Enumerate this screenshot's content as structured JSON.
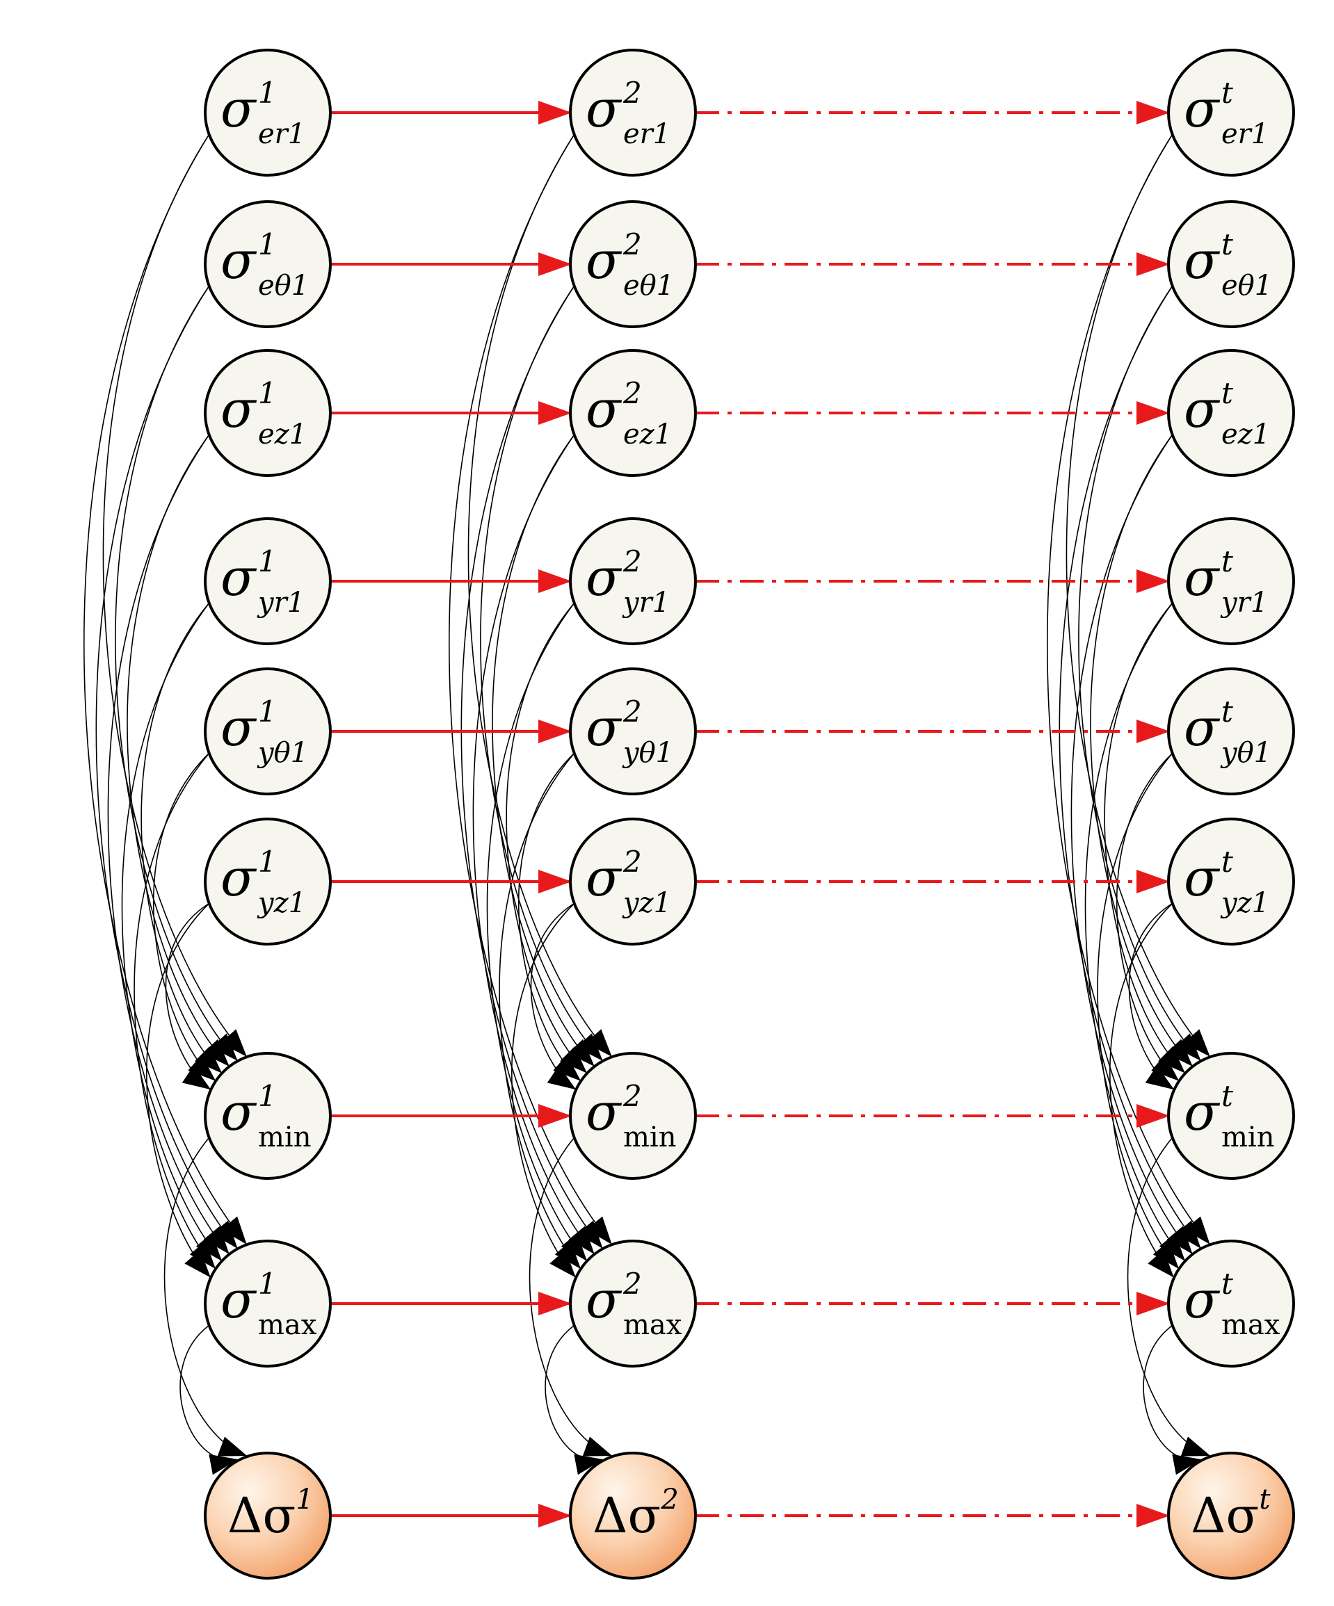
{
  "diagram": {
    "type": "dynamic-bayesian-network",
    "columns": [
      {
        "slice": "1"
      },
      {
        "slice": "2"
      },
      {
        "slice": "t"
      }
    ],
    "rows": [
      {
        "symbol": "σ",
        "subscript": "er1",
        "kind": "input"
      },
      {
        "symbol": "σ",
        "subscript": "eθ1",
        "kind": "input"
      },
      {
        "symbol": "σ",
        "subscript": "ez1",
        "kind": "input"
      },
      {
        "symbol": "σ",
        "subscript": "yr1",
        "kind": "input"
      },
      {
        "symbol": "σ",
        "subscript": "yθ1",
        "kind": "input"
      },
      {
        "symbol": "σ",
        "subscript": "yz1",
        "kind": "input"
      },
      {
        "symbol": "σ",
        "subscript": "min",
        "kind": "aggregate"
      },
      {
        "symbol": "σ",
        "subscript": "max",
        "kind": "aggregate"
      },
      {
        "symbol": "Δσ",
        "subscript": "",
        "kind": "output"
      }
    ],
    "colors": {
      "node_fill": "#f6f6ef",
      "output_fill_light": "#fff1e4",
      "output_fill_dark": "#f3a36c",
      "temporal_arrow": "#e8191b",
      "causal_arrow": "#000000"
    }
  }
}
